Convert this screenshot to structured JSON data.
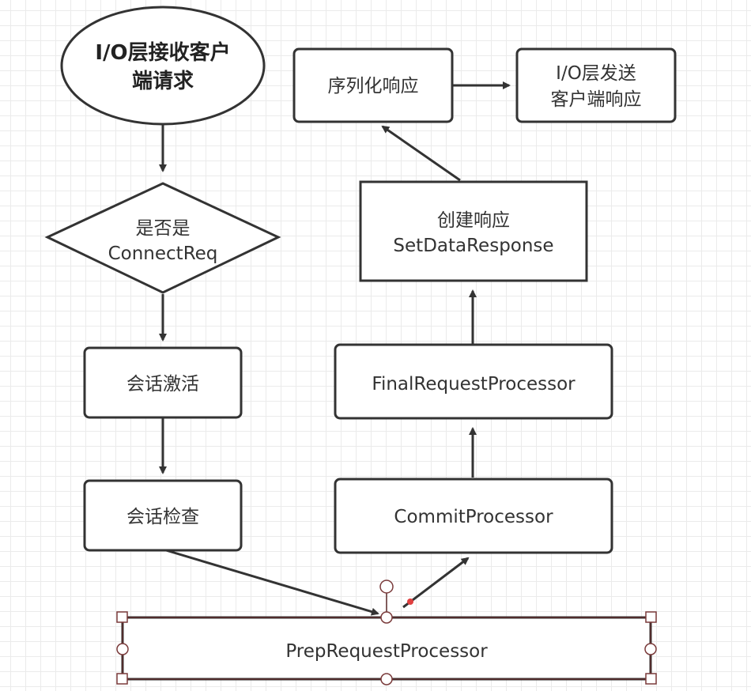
{
  "nodes": {
    "io_receive": [
      "I/O层接收客户",
      "端请求"
    ],
    "is_connect": [
      "是否是",
      "ConnectReq"
    ],
    "session_activate": [
      "会话激活"
    ],
    "session_check": [
      "会话检查"
    ],
    "prep_processor": [
      "PrepRequestProcessor"
    ],
    "commit_processor": [
      "CommitProcessor"
    ],
    "final_processor": [
      "FinalRequestProcessor"
    ],
    "create_response": [
      "创建响应",
      "SetDataResponse"
    ],
    "serialize_response": [
      "序列化响应"
    ],
    "io_send": [
      "I/O层发送",
      "客户端响应"
    ]
  },
  "colors": {
    "stroke": "#333333",
    "selection": "#5a2a2a",
    "anchor_dot": "#e04040"
  }
}
